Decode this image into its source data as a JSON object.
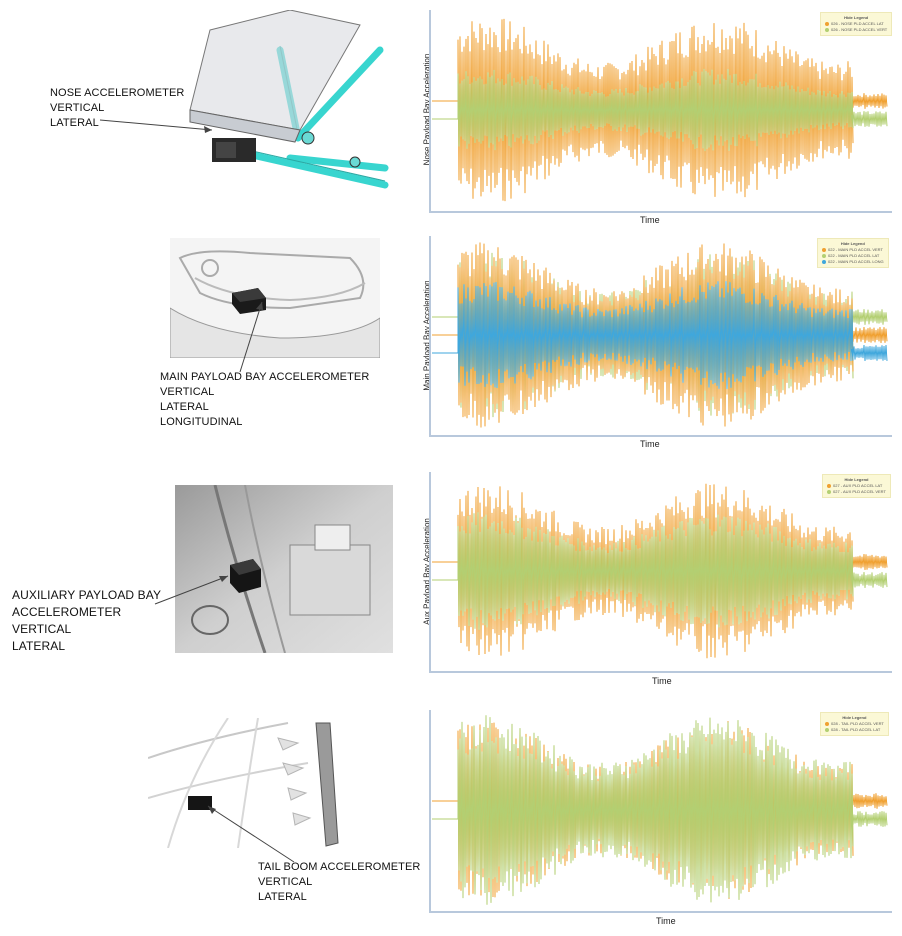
{
  "labels": {
    "nose": [
      "NOSE ACCELEROMETER",
      "VERTICAL",
      "LATERAL"
    ],
    "main": [
      "MAIN PAYLOAD BAY ACCELEROMETER",
      "VERTICAL",
      "LATERAL",
      "LONGITUDINAL"
    ],
    "aux": [
      "AUXILIARY PAYLOAD BAY",
      "ACCELEROMETER",
      "VERTICAL",
      "LATERAL"
    ],
    "tail": [
      "TAIL BOOM ACCELEROMETER",
      "VERTICAL",
      "LATERAL"
    ]
  },
  "colors": {
    "orange": "#f0a030",
    "green": "#b3cf72",
    "blue": "#3fa7dc",
    "axis": "#b8c8dc"
  },
  "chart_data": [
    {
      "type": "line",
      "ylabel": "Nose Payload Bay Acceleration",
      "xlabel": "Time",
      "legend_title": "Hide Legend",
      "legend_entries": [
        "026 - NOSE PLD ACCEL LAT",
        "026 - NOSE PLD ACCEL VERT"
      ],
      "series": [
        {
          "name": "026 - NOSE PLD ACCEL LAT",
          "color": "#f0a030",
          "amplitude": 0.95
        },
        {
          "name": "026 - NOSE PLD ACCEL VERT",
          "color": "#b3cf72",
          "amplitude": 0.42
        }
      ]
    },
    {
      "type": "line",
      "ylabel": "Main Payload Bay Acceleration",
      "xlabel": "Time",
      "legend_title": "Hide Legend",
      "legend_entries": [
        "022 - MAIN PLD ACCEL VERT",
        "022 - MAIN PLD ACCEL LAT",
        "022 - MAIN PLD ACCEL LONG"
      ],
      "series": [
        {
          "name": "022 - MAIN PLD ACCEL VERT",
          "color": "#b3cf72",
          "amplitude": 0.85
        },
        {
          "name": "022 - MAIN PLD ACCEL LAT",
          "color": "#f0a030",
          "amplitude": 0.95
        },
        {
          "name": "022 - MAIN PLD ACCEL LONG",
          "color": "#3fa7dc",
          "amplitude": 0.55
        }
      ]
    },
    {
      "type": "line",
      "ylabel": "Aux Payload Bay Acceleration",
      "xlabel": "Time",
      "legend_title": "Hide Legend",
      "legend_entries": [
        "027 - AUX PLD ACCEL LAT",
        "027 - AUX PLD ACCEL VERT"
      ],
      "series": [
        {
          "name": "027 - AUX PLD ACCEL LAT",
          "color": "#f0a030",
          "amplitude": 0.9
        },
        {
          "name": "027 - AUX PLD ACCEL VERT",
          "color": "#b3cf72",
          "amplitude": 0.6
        }
      ]
    },
    {
      "type": "line",
      "ylabel": "",
      "xlabel": "Time",
      "legend_title": "Hide Legend",
      "legend_entries": [
        "028 - TAIL PLD ACCEL VERT",
        "028 - TAIL PLD ACCEL LAT"
      ],
      "series": [
        {
          "name": "028 - TAIL PLD ACCEL VERT",
          "color": "#f0a030",
          "amplitude": 0.9
        },
        {
          "name": "028 - TAIL PLD ACCEL LAT",
          "color": "#b3cf72",
          "amplitude": 0.95
        }
      ]
    }
  ]
}
